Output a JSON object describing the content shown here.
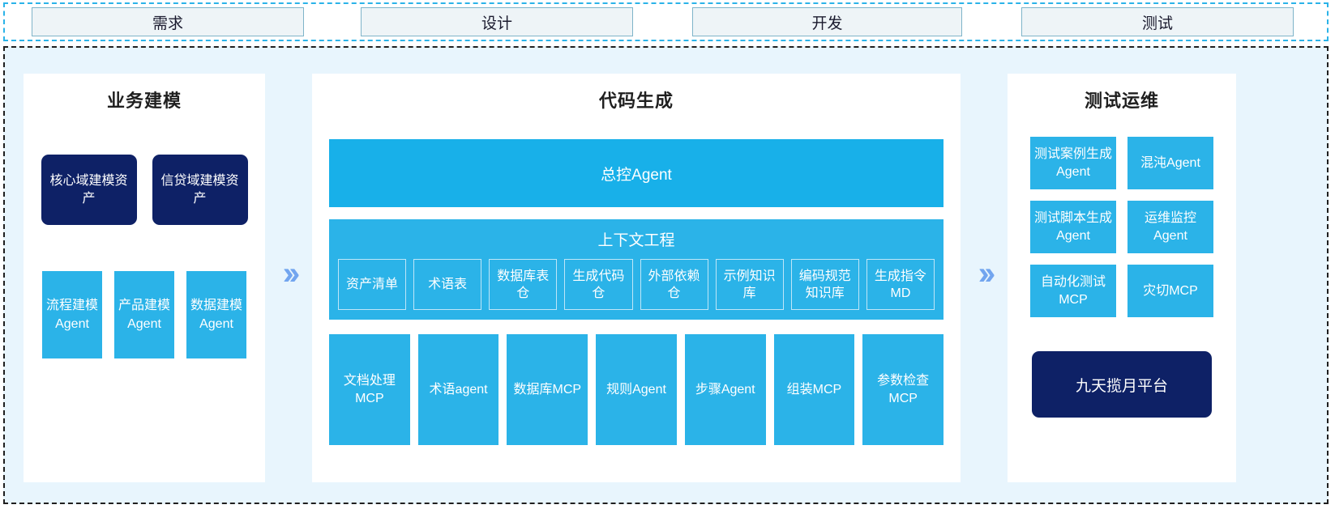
{
  "stages": [
    {
      "label": "需求"
    },
    {
      "label": "设计"
    },
    {
      "label": "开发"
    },
    {
      "label": "测试"
    }
  ],
  "colors": {
    "cyan": "#2bb3e8",
    "navy": "#0e2166",
    "panel_bg": "#ffffff",
    "region_bg": "#e8f5fd",
    "chevron": "#72a5ef",
    "stage_fill": "#eef4f7",
    "stage_border": "#7fb4c9"
  },
  "left_panel": {
    "title": "业务建模",
    "assets": [
      {
        "label": "核心域建模资产"
      },
      {
        "label": "信贷域建模资产"
      }
    ],
    "agents": [
      {
        "label": "流程建模Agent"
      },
      {
        "label": "产品建模Agent"
      },
      {
        "label": "数据建模Agent"
      }
    ]
  },
  "center_panel": {
    "title": "代码生成",
    "controller": {
      "label": "总控Agent"
    },
    "context": {
      "title": "上下文工程",
      "items": [
        {
          "label": "资产清单"
        },
        {
          "label": "术语表"
        },
        {
          "label": "数据库表仓"
        },
        {
          "label": "生成代码仓"
        },
        {
          "label": "外部依赖仓"
        },
        {
          "label": "示例知识库"
        },
        {
          "label": "编码规范知识库"
        },
        {
          "label": "生成指令MD"
        }
      ]
    },
    "tools": [
      {
        "label": "文档处理MCP"
      },
      {
        "label": "术语agent"
      },
      {
        "label": "数据库MCP"
      },
      {
        "label": "规则Agent"
      },
      {
        "label": "步骤Agent"
      },
      {
        "label": "组装MCP"
      },
      {
        "label": "参数检查MCP"
      }
    ]
  },
  "right_panel": {
    "title": "测试运维",
    "items": [
      {
        "label": "测试案例生成Agent"
      },
      {
        "label": "混沌Agent"
      },
      {
        "label": "测试脚本生成Agent"
      },
      {
        "label": "运维监控Agent"
      },
      {
        "label": "自动化测试MCP"
      },
      {
        "label": "灾切MCP"
      }
    ],
    "platform": {
      "label": "九天揽月平台"
    }
  },
  "chevrons": [
    {
      "glyph": "››"
    },
    {
      "glyph": "››"
    }
  ]
}
